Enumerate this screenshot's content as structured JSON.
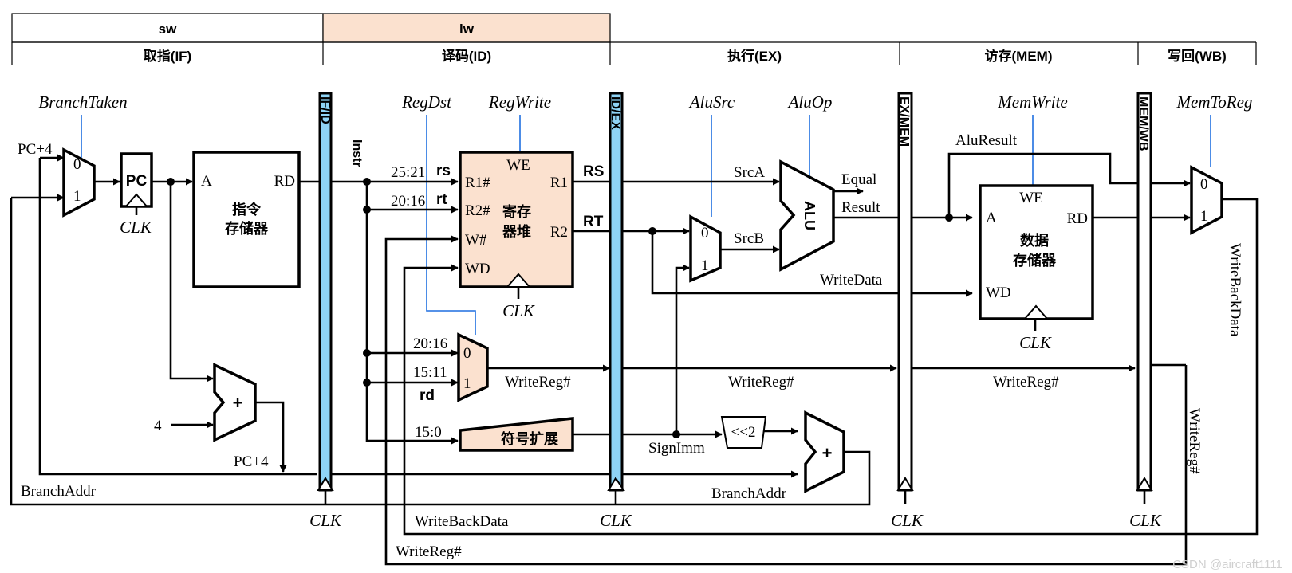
{
  "instr_bar": {
    "sw": "sw",
    "lw": "lw"
  },
  "stages": {
    "if": "取指(IF)",
    "id": "译码(ID)",
    "ex": "执行(EX)",
    "mem": "访存(MEM)",
    "wb": "写回(WB)"
  },
  "control": {
    "branch_taken": "BranchTaken",
    "reg_dst": "RegDst",
    "reg_write": "RegWrite",
    "alu_src": "AluSrc",
    "alu_op": "AluOp",
    "mem_write": "MemWrite",
    "mem_to_reg": "MemToReg"
  },
  "pipeline_regs": {
    "if_id": "IF/ID",
    "id_ex": "ID/EX",
    "ex_mem": "EX/MEM",
    "mem_wb": "MEM/WB"
  },
  "blocks": {
    "pc": "PC",
    "imem_line1": "指令",
    "imem_line2": "存储器",
    "imem_a": "A",
    "imem_rd": "RD",
    "rf_line1": "寄存",
    "rf_line2": "器堆",
    "rf_we": "WE",
    "rf_r1n": "R1#",
    "rf_r2n": "R2#",
    "rf_wn": "W#",
    "rf_wd": "WD",
    "rf_r1": "R1",
    "rf_r2": "R2",
    "alu": "ALU",
    "sign_ext": "符号扩展",
    "shift": "<<2",
    "dmem_line1": "数据",
    "dmem_line2": "存储器",
    "dmem_we": "WE",
    "dmem_a": "A",
    "dmem_rd": "RD",
    "dmem_wd": "WD",
    "plus": "+"
  },
  "mux": {
    "zero": "0",
    "one": "1"
  },
  "signals": {
    "pc_plus4": "PC+4",
    "clk": "CLK",
    "instr": "Instr",
    "bits_25_21": "25:21",
    "bits_20_16": "20:16",
    "bits_15_11": "15:11",
    "bits_15_0": "15:0",
    "rs": "rs",
    "rt": "rt",
    "rd": "rd",
    "RS": "RS",
    "RT": "RT",
    "four": "4",
    "branch_addr": "BranchAddr",
    "write_reg": "WriteReg#",
    "write_back_data": "WriteBackData",
    "src_a": "SrcA",
    "src_b": "SrcB",
    "equal": "Equal",
    "result": "Result",
    "write_data": "WriteData",
    "sign_imm": "SignImm",
    "alu_result": "AluResult"
  },
  "watermark": "CSDN @aircraft1111"
}
